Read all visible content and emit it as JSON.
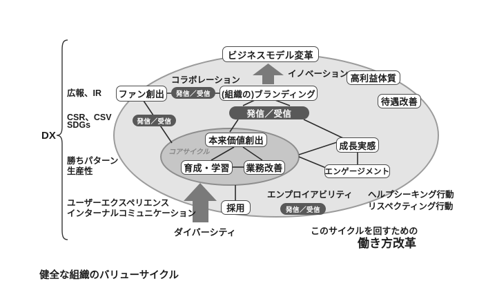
{
  "diagram": {
    "caption": "健全な組織のバリューサイクル",
    "dx_label": "DX",
    "left_items": [
      "広報、IR",
      "CSR、CSV",
      "SDGs",
      "勝ちパターン",
      "生産性",
      "ユーザーエクスペリエンス",
      "インターナルコミュニケーション"
    ],
    "nodes": {
      "business_model": "ビジネスモデル変革",
      "fan_creation": "ファン創出",
      "branding": "(組織の)ブランディング",
      "high_profit": "高利益体質",
      "treatment": "待遇改善",
      "core_value": "本来価値創出",
      "learning": "育成・学習",
      "improvement": "業務改善",
      "growth": "成長実感",
      "engagement": "エンゲージメント",
      "recruiting": "採用"
    },
    "pill_label": "発信／受信",
    "labels": {
      "collaboration": "コラボレーション",
      "innovation": "イノベーション",
      "core_cycle": "コアサイクル",
      "employability": "エンプロイアビリティ",
      "diversity": "ダイバーシティ",
      "help_seeking": "ヘルプシーキング行動",
      "respecting": "リスペクティング行動",
      "workstyle_line1": "このサイクルを回すための",
      "workstyle_line2": "働き方改革"
    },
    "colors": {
      "outer_ellipse": "#e4e4e4",
      "outer_ellipse_border": "#9b9b9b",
      "inner_ellipse": "#c6c6c6",
      "inner_ellipse_border": "#8d8d8d",
      "pill": "#595959",
      "arrow": "#7a7a7a",
      "line": "#2b2b2b"
    }
  }
}
